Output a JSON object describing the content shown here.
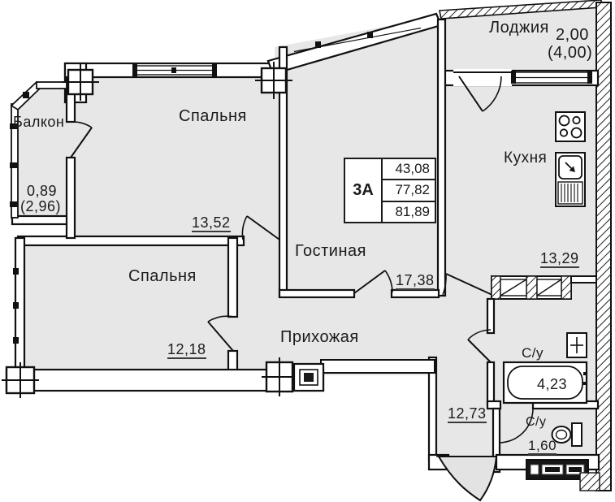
{
  "plan": {
    "title": "apartment floor plan",
    "unit_box": {
      "unit": "3А",
      "values": [
        "43,08",
        "77,82",
        "81,89"
      ]
    },
    "rooms": [
      {
        "name": "Лоджия",
        "area": "2,00",
        "area_coeff": "(4,00)"
      },
      {
        "name": "Балкон",
        "area": "0,89",
        "area_coeff": "(2,96)"
      },
      {
        "name": "Спальня",
        "area": "13,52"
      },
      {
        "name": "Спальня",
        "area": "12,18"
      },
      {
        "name": "Гостиная",
        "area": "17,38"
      },
      {
        "name": "Кухня",
        "area": "13,29"
      },
      {
        "name": "Прихожая",
        "area": "12,73"
      },
      {
        "name": "С/у",
        "area": "4,23"
      },
      {
        "name": "С/у",
        "area": "1,60"
      }
    ],
    "icons": [
      "stove-icon",
      "kitchen-sink-icon",
      "bathtub-icon",
      "toilet-icon",
      "washbasin-icon",
      "vent-duct-icon",
      "entry-door-swing-icon",
      "column-icon"
    ],
    "colors": {
      "floor": "#e7e7e7",
      "wall": "#000000",
      "background": "#ffffff"
    }
  }
}
